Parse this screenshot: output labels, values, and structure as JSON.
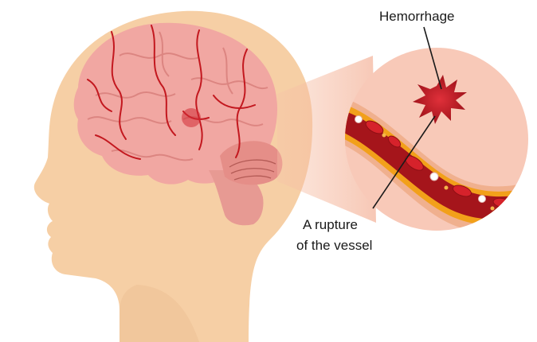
{
  "labels": {
    "hemorrhage": "Hemorrhage",
    "rupture_line1": "A rupture",
    "rupture_line2": "of the vessel"
  },
  "colors": {
    "skin": "#f6cfa5",
    "skin_shadow": "#eab98d",
    "brain": "#f1a7a2",
    "brain_fold": "#d9807c",
    "vessel": "#c3181f",
    "blood": "#a5151b",
    "zoom_bg": "#f8c9b8",
    "wall": "#f2a01a"
  }
}
